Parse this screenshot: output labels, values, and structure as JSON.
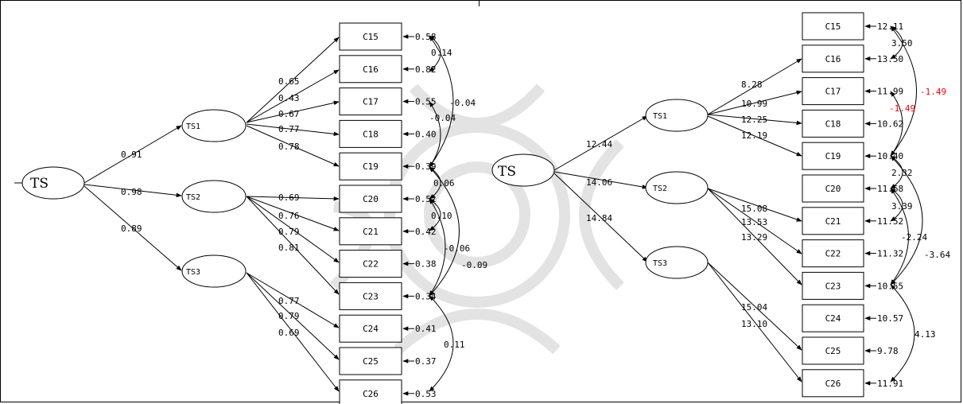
{
  "colors": {
    "stroke": "#000000",
    "negative": "#ff0000",
    "watermark": "#e0e0e0"
  },
  "left": {
    "root": "TS",
    "factors": [
      "TS1",
      "TS2",
      "TS3"
    ],
    "root_loadings": [
      "0.91",
      "0.98",
      "0.89"
    ],
    "indicators": [
      "C15",
      "C16",
      "C17",
      "C18",
      "C19",
      "C20",
      "C21",
      "C22",
      "C23",
      "C24",
      "C25",
      "C26"
    ],
    "loadings": [
      "0.65",
      "0.43",
      "0.67",
      "0.77",
      "0.78",
      "0.69",
      "0.76",
      "0.79",
      "0.81",
      "0.77",
      "0.79",
      "0.69"
    ],
    "errors": [
      "0.58",
      "0.82",
      "0.55",
      "0.40",
      "0.39",
      "0.52",
      "0.42",
      "0.38",
      "0.34",
      "0.41",
      "0.37",
      "0.53"
    ],
    "covariances": [
      "0.14",
      "-0.04",
      "-0.04",
      "0.06",
      "0.10",
      "-0.06",
      "-0.09",
      "0.11"
    ]
  },
  "right": {
    "root": "TS",
    "factors": [
      "TS1",
      "TS2",
      "TS3"
    ],
    "root_loadings": [
      "12.44",
      "14.06",
      "14.84"
    ],
    "indicators": [
      "C15",
      "C16",
      "C17",
      "C18",
      "C19",
      "C20",
      "C21",
      "C22",
      "C23",
      "C24",
      "C25",
      "C26"
    ],
    "loadings": [
      "8.28",
      "10.99",
      "12.25",
      "12.19",
      "15.08",
      "13.53",
      "13.29",
      "15.04",
      "13.10"
    ],
    "errors": [
      "12.11",
      "13.50",
      "11.99",
      "10.62",
      "10.40",
      "11.68",
      "11.52",
      "11.32",
      "10.55",
      "10.57",
      "9.78",
      "11.91"
    ],
    "covariances": [
      "3.50",
      "-1.49",
      "-1.49",
      "2.32",
      "3.39",
      "-2.24",
      "-3.64",
      "4.13"
    ]
  }
}
